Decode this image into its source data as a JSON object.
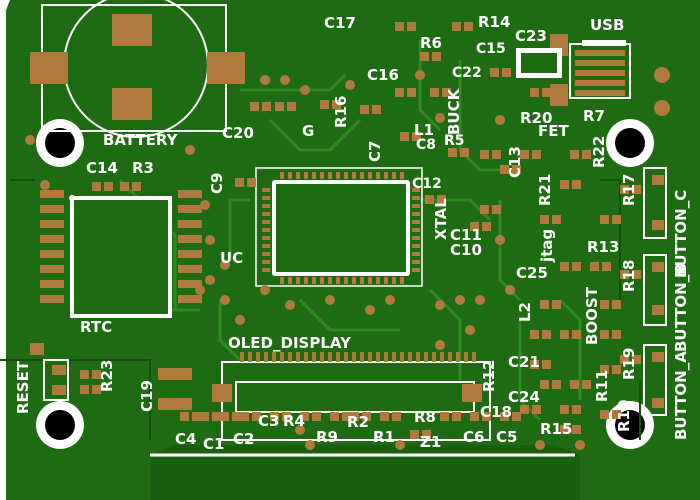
{
  "labels": {
    "c17": "C17",
    "r14": "R14",
    "usb": "USB",
    "r6": "R6",
    "c15": "C15",
    "c23": "C23",
    "c16": "C16",
    "c22": "C22",
    "r16": "R16",
    "buck": "BUCK",
    "r20": "R20",
    "battery": "BATTERY",
    "c20": "C20",
    "g": "G",
    "l1": "L1",
    "fet": "FET",
    "r7": "R7",
    "c7": "C7",
    "c8": "C8",
    "r5": "R5",
    "c13": "C13",
    "r22": "R22",
    "c14": "C14",
    "r3": "R3",
    "c9": "C9",
    "c12": "C12",
    "r21": "R21",
    "r17": "R17",
    "xtal": "XTAL",
    "button_c": "BUTTON_C",
    "c11": "C11",
    "c10": "C10",
    "jtag": "jtag",
    "r13": "R13",
    "button_b": "BUTTON_B",
    "uc": "UC",
    "c25": "C25",
    "r18": "R18",
    "l2": "L2",
    "boost": "BOOST",
    "rtc": "RTC",
    "oled_display": "OLED_DISPLAY",
    "c21": "C21",
    "r19": "R19",
    "reset": "RESET",
    "r23": "R23",
    "c19": "C19",
    "r12": "R12",
    "r11": "R11",
    "button_a": "BUTTON_A",
    "c24": "C24",
    "c18": "C18",
    "r10": "R10",
    "c3": "C3",
    "r4": "R4",
    "r2": "R2",
    "r8": "R8",
    "r15": "R15",
    "c4": "C4",
    "c1": "C1",
    "c2": "C2",
    "r9": "R9",
    "r1": "R1",
    "z1": "Z1",
    "c6": "C6",
    "c5": "C5"
  },
  "colors": {
    "board": "#1f6b14",
    "board_dark": "#14500c",
    "trace": "#2f8a22",
    "pad": "#b07a3f",
    "silk": "#ffffff",
    "hole": "#000000"
  }
}
